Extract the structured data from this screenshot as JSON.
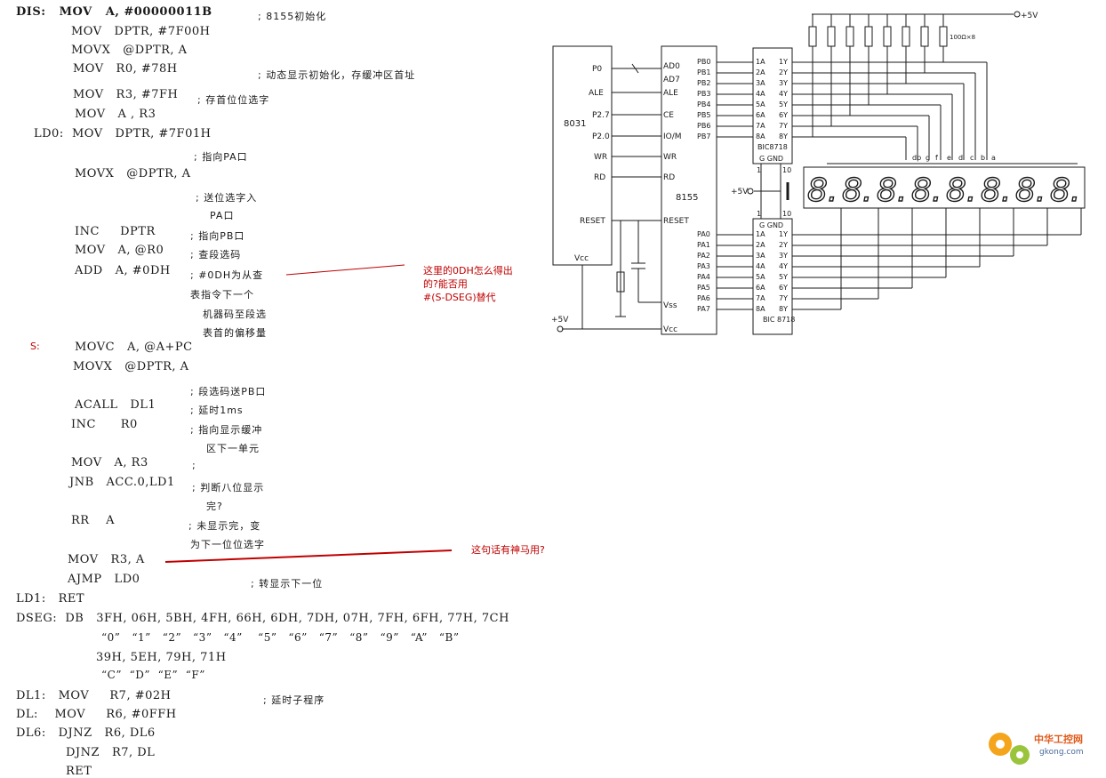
{
  "code": {
    "l01": "DIS:   MOV   A, #00000011B",
    "c01": "; 8155初始化",
    "l02": "MOV   DPTR, #7F00H",
    "l03": "MOVX   @DPTR, A",
    "l04": "MOV   R0, #78H",
    "c04": "; 动态显示初始化，存缓冲区首址",
    "l05": "MOV   R3, #7FH",
    "c05": "; 存首位位选字",
    "l06": "MOV   A , R3",
    "l07": "LD0:  MOV   DPTR, #7F01H",
    "c07": "; 指向PA口",
    "l08": "MOVX   @DPTR, A",
    "c08a": "; 送位选字入",
    "c08b": "PA口",
    "l09": "INC     DPTR",
    "c09": "; 指向PB口",
    "l10": "MOV   A, @R0",
    "c10": "; 查段选码",
    "l11": "ADD   A, #0DH",
    "c11a": "; #0DH为从查",
    "c11b": "表指令下一个",
    "c11c": "机器码至段选",
    "c11d": "表首的偏移量",
    "s_label": "S:",
    "l12": "MOVC   A, @A+PC",
    "l13": "MOVX   @DPTR, A",
    "c13": "; 段选码送PB口",
    "l14": "ACALL   DL1",
    "c14": "; 延时1ms",
    "l15": "INC      R0",
    "c15a": "; 指向显示缓冲",
    "c15b": "区下一单元",
    "l16": "MOV   A, R3",
    "c16": ";",
    "l17": "JNB   ACC.0,LD1",
    "c17a": "; 判断八位显示",
    "c17b": "完?",
    "l18": "RR    A",
    "c18a": "; 未显示完，变",
    "c18b": "为下一位位选字",
    "l19": "MOV   R3, A",
    "l20": "AJMP   LD0",
    "c20": "; 转显示下一位",
    "l21": "LD1:   RET",
    "l22": "DSEG:  DB   3FH, 06H, 5BH, 4FH, 66H, 6DH, 7DH, 07H, 7FH, 6FH, 77H, 7CH",
    "l23": "“0”   “1”   “2”   “3”   “4”    “5”   “6”   “7”   “8”   “9”   “A”   “B”",
    "l24": "39H, 5EH, 79H, 71H",
    "l25": "“C”  “D”  “E”  “F”",
    "l26": "DL1:   MOV     R7, #02H",
    "c26": "; 延时子程序",
    "l27": "DL:    MOV     R6, #0FFH",
    "l28": "DL6:   DJNZ   R6, DL6",
    "l29": "DJNZ   R7, DL",
    "l30": "RET"
  },
  "annotations": {
    "q1": "这里的0DH怎么得出\n的?能否用\n#(S-DSEG)替代",
    "q2": "这句话有神马用?"
  },
  "circuit": {
    "cpu": "8031",
    "cpu_pins": [
      "P0",
      "ALE",
      "P2.7",
      "P2.0",
      "WR",
      "RD",
      "RESET",
      "Vcc"
    ],
    "chip": "8155",
    "chip_pins_left": [
      "AD0",
      "AD7",
      "ALE",
      "CE",
      "IO/M",
      "WR",
      "RD",
      "RESET",
      "Vss",
      "Vcc"
    ],
    "pb_pins": [
      "PB0",
      "PB1",
      "PB2",
      "PB3",
      "PB4",
      "PB5",
      "PB6",
      "PB7"
    ],
    "pa_pins": [
      "PA0",
      "PA1",
      "PA2",
      "PA3",
      "PA4",
      "PA5",
      "PA6",
      "PA7"
    ],
    "driver_a_in": [
      "1A",
      "2A",
      "3A",
      "4A",
      "5A",
      "6A",
      "7A",
      "8A"
    ],
    "driver_y_out": [
      "1Y",
      "2Y",
      "3Y",
      "4Y",
      "5Y",
      "6Y",
      "7Y",
      "8Y"
    ],
    "driver_name": "BIC8718",
    "driver_name2": "BIC 8718",
    "g_gnd": "G GND",
    "pin1": "1",
    "pin10": "10",
    "plus5v": "+5V",
    "res_label": "100Ω×8",
    "segments": [
      "dp",
      "g",
      "f",
      "e",
      "d",
      "c",
      "b",
      "a"
    ],
    "digit_glyph": "8."
  },
  "watermark": {
    "brand": "中华工控网",
    "url": "gkong.com"
  },
  "colors": {
    "annotation": "#c00000",
    "ink": "#1a1a1a"
  }
}
